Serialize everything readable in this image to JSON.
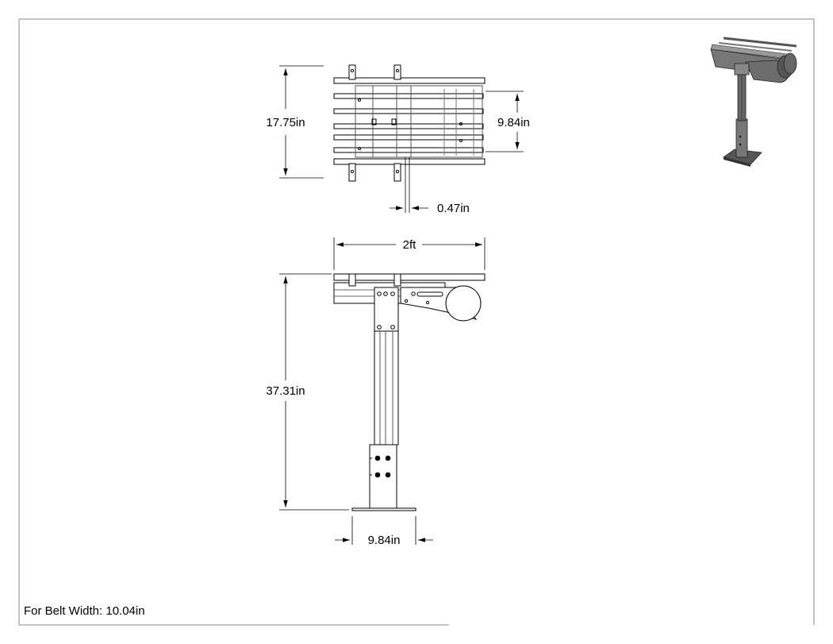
{
  "drawing": {
    "top_view": {
      "overall_width": "17.75in",
      "belt_span": "9.84in",
      "offset": "0.47in"
    },
    "side_view": {
      "length": "2ft",
      "height": "37.31in",
      "base_width": "9.84in"
    },
    "note": "For Belt Width: 10.04in"
  }
}
